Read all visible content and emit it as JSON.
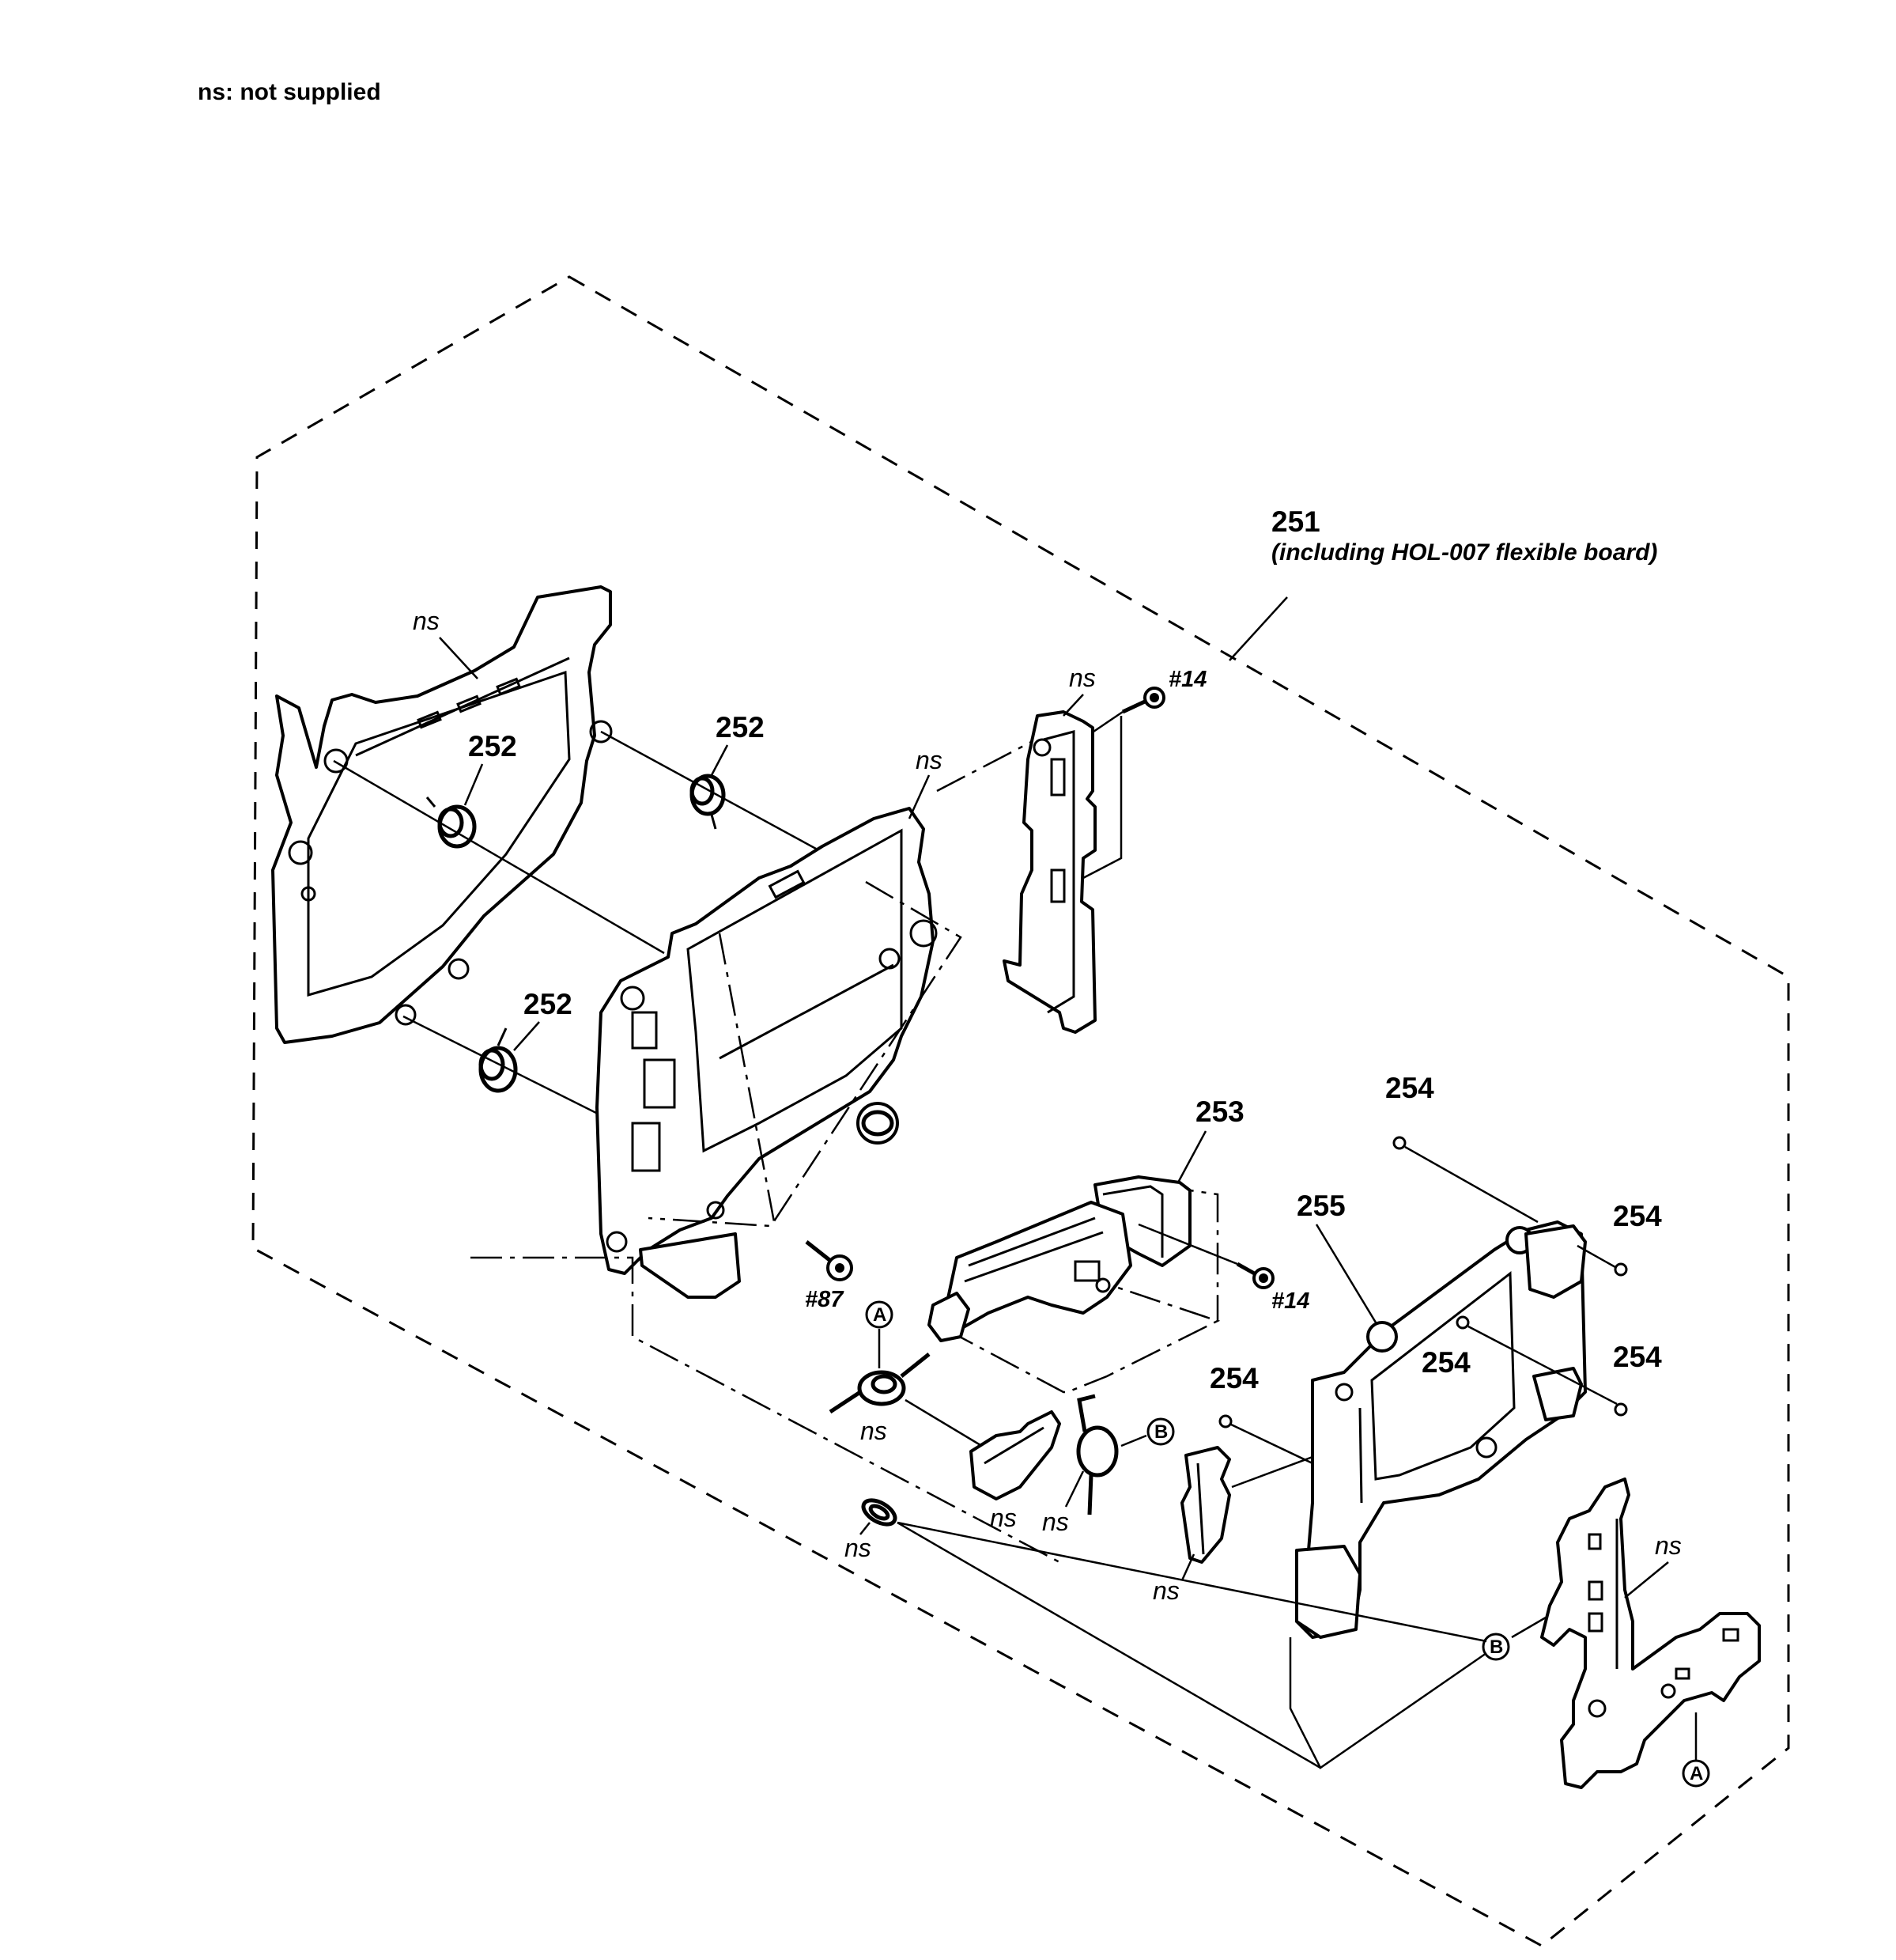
{
  "note": "ns: not supplied",
  "assembly": {
    "ref": "251",
    "description": "(including HOL-007 flexible board)"
  },
  "refs": {
    "spring": "252",
    "motor_unit": "253",
    "ball": "254",
    "frame": "255"
  },
  "screws": {
    "s14": "#14",
    "s87": "#87"
  },
  "not_supplied_label": "ns",
  "markers": {
    "a": "A",
    "b": "B"
  }
}
